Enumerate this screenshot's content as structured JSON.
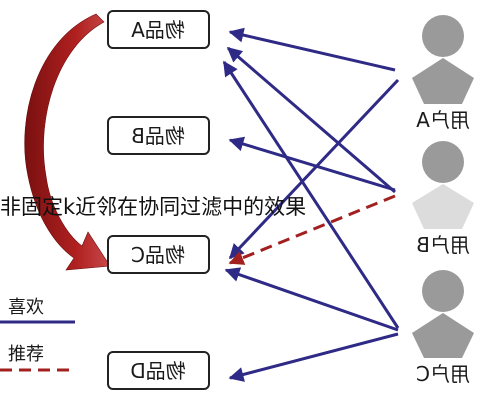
{
  "caption": "非固定k近邻在协同过滤中的效果",
  "items": [
    {
      "id": "A",
      "label": "物品A"
    },
    {
      "id": "B",
      "label": "物品B"
    },
    {
      "id": "C",
      "label": "物品C"
    },
    {
      "id": "D",
      "label": "物品D"
    }
  ],
  "users": [
    {
      "id": "A",
      "label": "用户A"
    },
    {
      "id": "B",
      "label": "用户B"
    },
    {
      "id": "C",
      "label": "用户C"
    }
  ],
  "legend": {
    "like_label": "喜欢",
    "recommend_label": "推荐"
  },
  "edges": [
    {
      "from": "user-A",
      "to": "item-A",
      "type": "like"
    },
    {
      "from": "user-A",
      "to": "item-C",
      "type": "like"
    },
    {
      "from": "user-B",
      "to": "item-A",
      "type": "like"
    },
    {
      "from": "user-B",
      "to": "item-B",
      "type": "like"
    },
    {
      "from": "user-C",
      "to": "item-A",
      "type": "like"
    },
    {
      "from": "user-C",
      "to": "item-C",
      "type": "like"
    },
    {
      "from": "user-C",
      "to": "item-D",
      "type": "like"
    },
    {
      "from": "user-B",
      "to": "item-C",
      "type": "recommend"
    }
  ],
  "colors": {
    "like_edge": "#2e2a86",
    "recommend_edge": "#a32020",
    "curved_arrow": "#9b1b1b",
    "user_fill": "#9a9a9a",
    "user_highlight_fill": "#dcdcdc",
    "box_stroke": "#222222"
  }
}
